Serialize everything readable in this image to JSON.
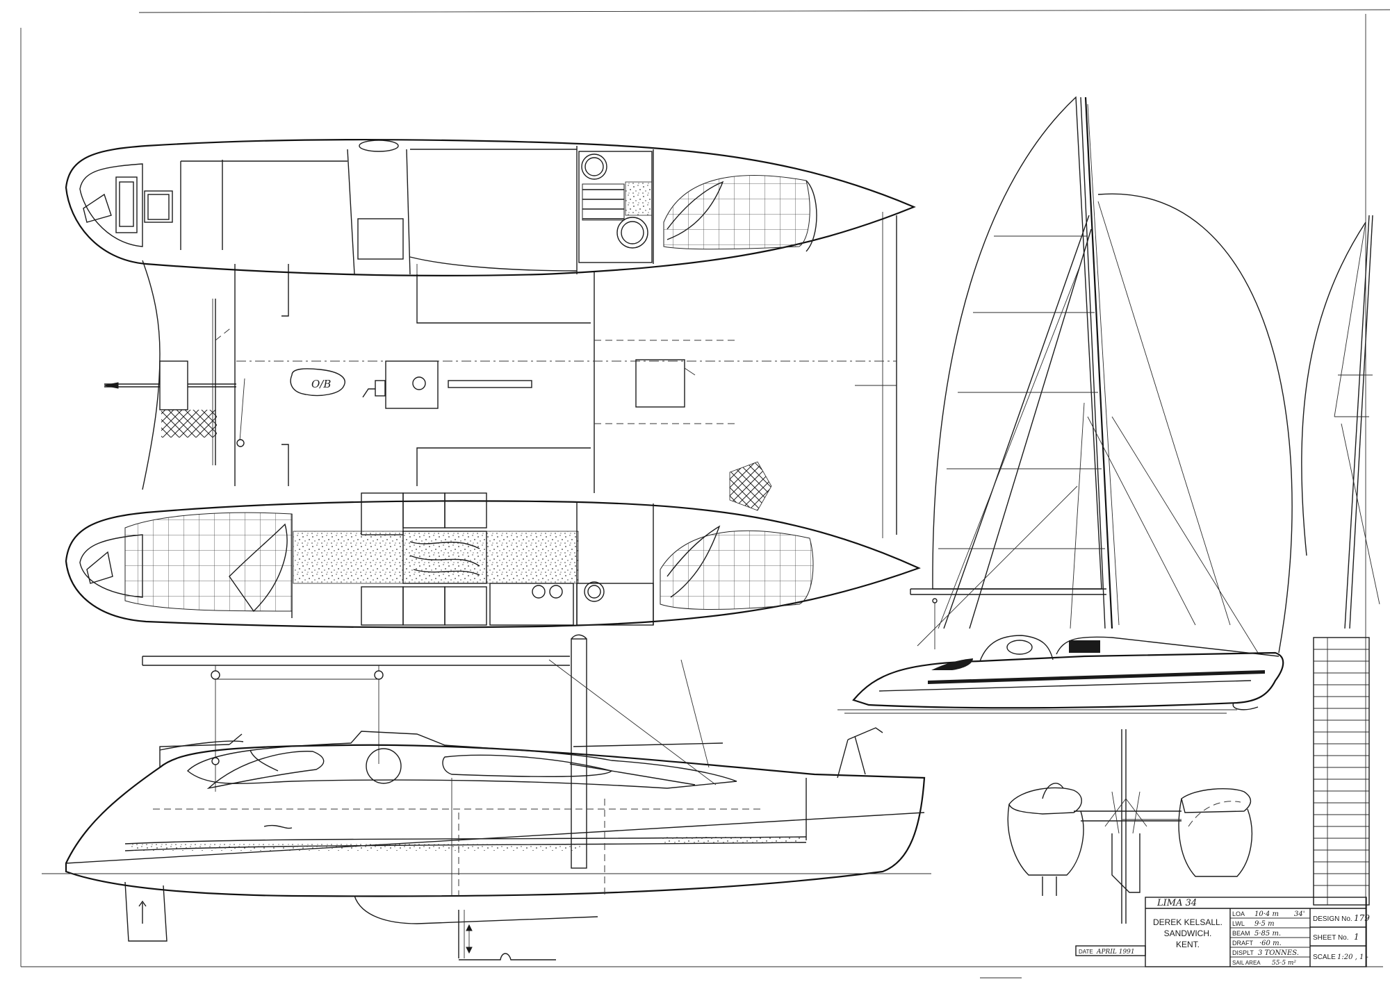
{
  "title_block": {
    "design_name": "LIMA 34",
    "designer": [
      "DEREK KELSALL.",
      "SANDWICH.",
      "KENT."
    ],
    "specs": [
      {
        "label": "LOA",
        "value": "10·4 m",
        "extra": "34'"
      },
      {
        "label": "LWL",
        "value": "9·5 m",
        "extra": ""
      },
      {
        "label": "BEAM",
        "value": "5·85 m.",
        "extra": ""
      },
      {
        "label": "DRAFT",
        "value": "·60 m.",
        "extra": ""
      },
      {
        "label": "DISPLT",
        "value": "3 TONNES.",
        "extra": ""
      },
      {
        "label": "SAIL AREA",
        "value": "55·5 m²",
        "extra": ""
      }
    ],
    "design_no_label": "DESIGN No.",
    "design_no_value": "179",
    "sheet_no_label": "SHEET No.",
    "sheet_no_value": "1",
    "scale_label": "SCALE",
    "scale_value": "1:20 , 1 -",
    "date_label": "DATE",
    "date_value": "APRIL 1991"
  },
  "plan_labels": {
    "outboard_tag": "O/B"
  },
  "colors": {
    "ink": "#1a1a1a",
    "paper": "#ffffff"
  }
}
